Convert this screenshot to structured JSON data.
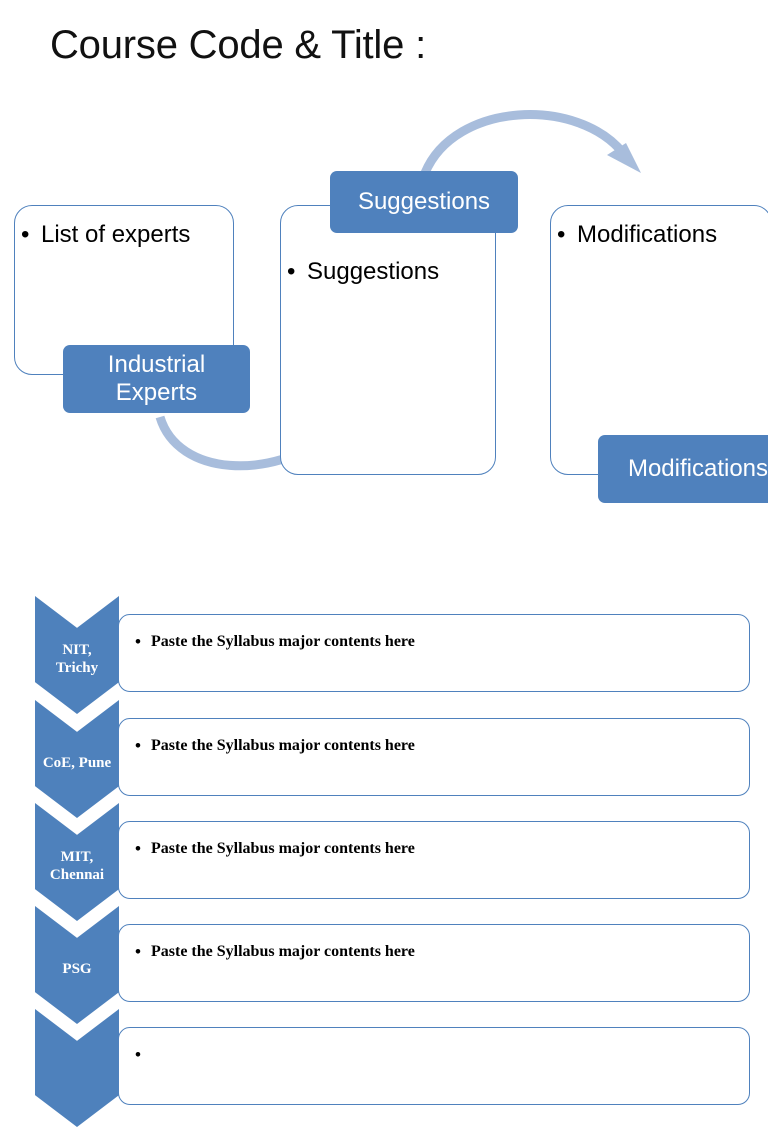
{
  "slide": {
    "title": "Course Code & Title :"
  },
  "colors": {
    "accent_blue": "#4F81BD",
    "chevron_blue": "#4E81BC",
    "arrow_blue": "#A8BDDC",
    "card_border": "#4F81BD",
    "text_dark": "#000000",
    "chip_text": "#FFFFFF",
    "background": "#FFFFFF"
  },
  "cycle": {
    "cards": [
      {
        "bullet": "List of experts",
        "chip": "Industrial\nExperts",
        "chip_position": "bottom"
      },
      {
        "bullet": "Suggestions",
        "chip": "Suggestions",
        "chip_position": "top"
      },
      {
        "bullet": "Modifications",
        "chip": "Modifications",
        "chip_position": "bottom"
      }
    ],
    "arrows": [
      {
        "name": "arrow-experts-to-suggestions",
        "direction": "left-to-right",
        "curve": "concave-up"
      },
      {
        "name": "arrow-suggestions-to-modifications",
        "direction": "left-to-right",
        "curve": "concave-down"
      }
    ]
  },
  "syllabus": {
    "rows": [
      {
        "institute": "NIT,\nTrichy",
        "content": "Paste the Syllabus major contents here"
      },
      {
        "institute": "CoE, Pune",
        "content": "Paste the Syllabus major contents here"
      },
      {
        "institute": "MIT,\nChennai",
        "content": "Paste the Syllabus major contents here"
      },
      {
        "institute": "PSG",
        "content": "Paste the Syllabus major contents here"
      },
      {
        "institute": "",
        "content": ""
      }
    ]
  }
}
